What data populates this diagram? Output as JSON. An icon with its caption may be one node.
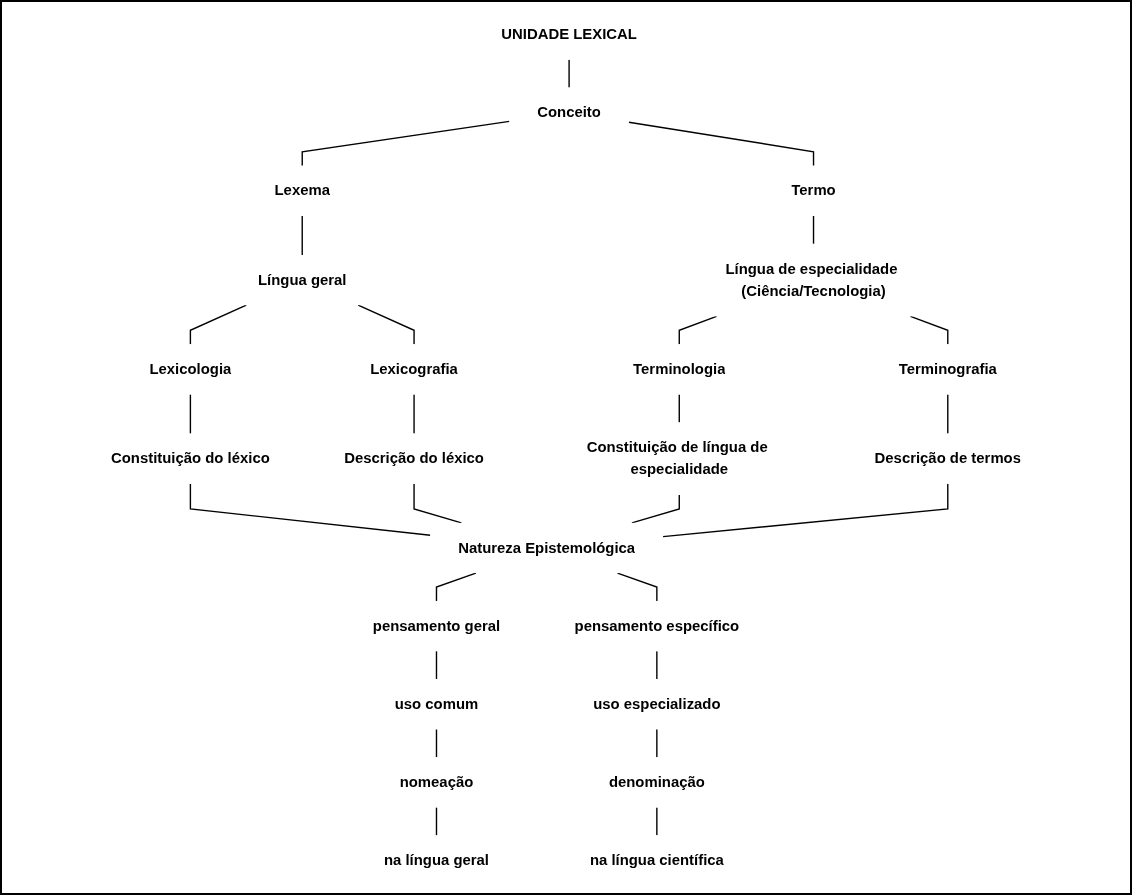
{
  "diagram": {
    "nodes": [
      {
        "text": [
          "UNIDADE LEXICAL"
        ]
      },
      {
        "text": [
          "Conceito"
        ]
      },
      {
        "text": [
          "Lexema"
        ]
      },
      {
        "text": [
          "Termo"
        ]
      },
      {
        "text": [
          "Língua geral"
        ]
      },
      {
        "text": [
          "Língua de especialidade (Ciência/Tecnologia)"
        ]
      },
      {
        "text": [
          "Lexicologia"
        ]
      },
      {
        "text": [
          "Lexicografia"
        ]
      },
      {
        "text": [
          "Terminologia"
        ]
      },
      {
        "text": [
          "Terminografia"
        ]
      },
      {
        "text": [
          "Constituição do léxico"
        ]
      },
      {
        "text": [
          "Descrição do léxico"
        ]
      },
      {
        "text": [
          "Constituição de língua de especialidade"
        ]
      },
      {
        "text": [
          "Descrição de termos"
        ]
      },
      {
        "text": [
          "Natureza Epistemológica"
        ]
      },
      {
        "text": [
          "pensamento geral"
        ]
      },
      {
        "text": [
          "pensamento específico"
        ]
      },
      {
        "text": [
          "uso comum"
        ]
      },
      {
        "text": [
          "uso especializado"
        ]
      },
      {
        "text": [
          "nomeação"
        ]
      },
      {
        "text": [
          "denominação"
        ]
      },
      {
        "text": [
          "na língua geral"
        ]
      },
      {
        "text": [
          "na língua científica"
        ]
      }
    ],
    "edges": [
      {
        "from": 0,
        "to": 1,
        "arrow": "none"
      },
      {
        "from": 1,
        "to": 2,
        "arrow": "none"
      },
      {
        "from": 1,
        "to": 3,
        "arrow": "none"
      },
      {
        "from": 2,
        "to": 4,
        "arrow": "none"
      },
      {
        "from": 3,
        "to": 5,
        "arrow": "none"
      },
      {
        "from": 4,
        "to": 6,
        "arrow": "none"
      },
      {
        "from": 4,
        "to": 7,
        "arrow": "none"
      },
      {
        "from": 5,
        "to": 8,
        "arrow": "none"
      },
      {
        "from": 5,
        "to": 9,
        "arrow": "none"
      },
      {
        "from": 6,
        "to": 10,
        "arrow": "none"
      },
      {
        "from": 7,
        "to": 11,
        "arrow": "none"
      },
      {
        "from": 8,
        "to": 12,
        "arrow": "none"
      },
      {
        "from": 9,
        "to": 13,
        "arrow": "none"
      },
      {
        "from": 10,
        "to": 14,
        "arrow": "none"
      },
      {
        "from": 11,
        "to": 14,
        "arrow": "none"
      },
      {
        "from": 12,
        "to": 14,
        "arrow": "none"
      },
      {
        "from": 13,
        "to": 14,
        "arrow": "none"
      },
      {
        "from": 14,
        "to": 15,
        "arrow": "none"
      },
      {
        "from": 14,
        "to": 16,
        "arrow": "none"
      },
      {
        "from": 15,
        "to": 17,
        "arrow": "none"
      },
      {
        "from": 16,
        "to": 18,
        "arrow": "none"
      },
      {
        "from": 17,
        "to": 19,
        "arrow": "none"
      },
      {
        "from": 18,
        "to": 20,
        "arrow": "none"
      },
      {
        "from": 19,
        "to": 21,
        "arrow": "none"
      },
      {
        "from": 20,
        "to": 22,
        "arrow": "none"
      }
    ]
  }
}
